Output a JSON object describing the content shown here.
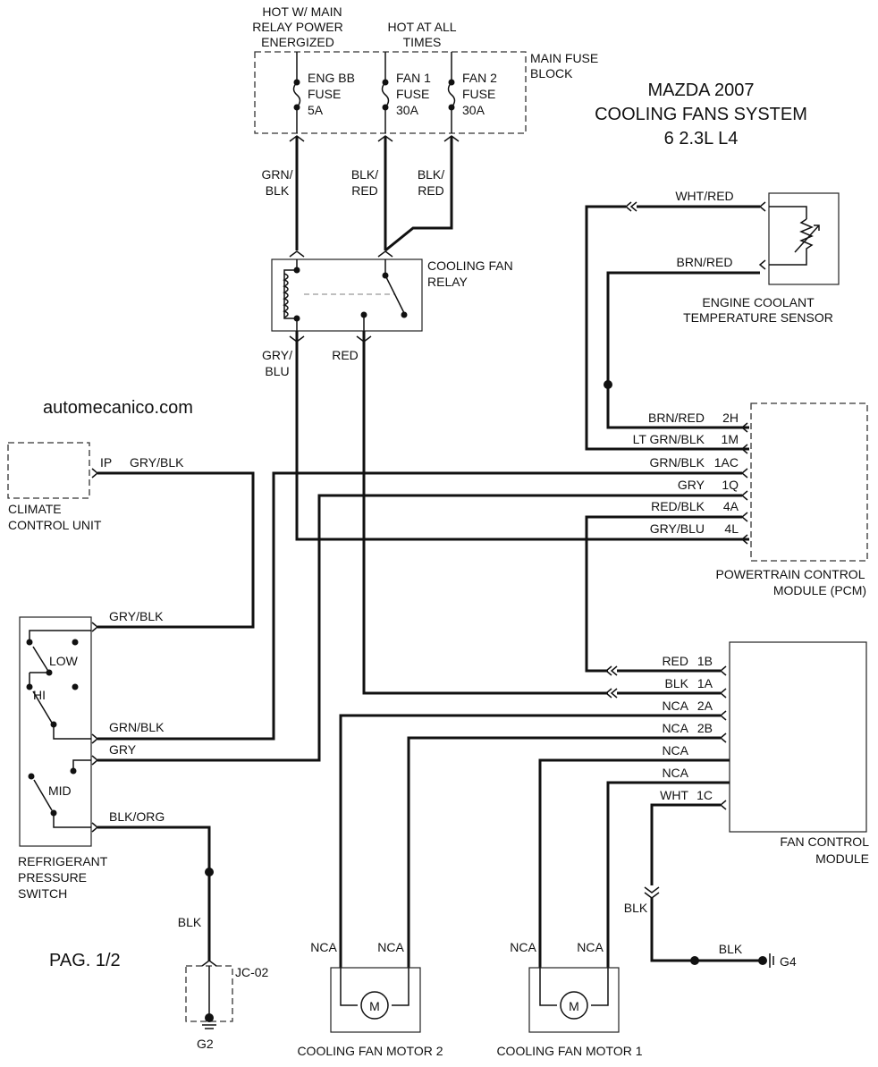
{
  "title": {
    "line1": "MAZDA 2007",
    "line2": "COOLING FANS SYSTEM",
    "line3": "6 2.3L L4"
  },
  "watermark": "automecanico.com",
  "page_label": "PAG. 1/2",
  "power_labels": {
    "hot_relay": [
      "HOT W/ MAIN",
      "RELAY POWER",
      "ENERGIZED"
    ],
    "hot_all": [
      "HOT AT ALL",
      "TIMES"
    ]
  },
  "fuse_block": {
    "label": [
      "MAIN FUSE",
      "BLOCK"
    ],
    "fuses": [
      {
        "name": "ENG BB",
        "type": "FUSE",
        "rating": "5A"
      },
      {
        "name": "FAN 1",
        "type": "FUSE",
        "rating": "30A"
      },
      {
        "name": "FAN 2",
        "type": "FUSE",
        "rating": "30A"
      }
    ]
  },
  "relay": {
    "label": [
      "COOLING FAN",
      "RELAY"
    ]
  },
  "ect_sensor": {
    "label": [
      "ENGINE COOLANT",
      "TEMPERATURE SENSOR"
    ]
  },
  "pcm": {
    "label": [
      "POWERTRAIN CONTROL",
      "MODULE (PCM)"
    ],
    "pins": [
      {
        "wire": "BRN/RED",
        "pin": "2H"
      },
      {
        "wire": "LT GRN/BLK",
        "pin": "1M"
      },
      {
        "wire": "GRN/BLK",
        "pin": "1AC"
      },
      {
        "wire": "GRY",
        "pin": "1Q"
      },
      {
        "wire": "RED/BLK",
        "pin": "4A"
      },
      {
        "wire": "GRY/BLU",
        "pin": "4L"
      }
    ]
  },
  "climate": {
    "label": [
      "CLIMATE",
      "CONTROL UNIT"
    ],
    "pin": "IP"
  },
  "refrig_switch": {
    "label": [
      "REFRIGERANT",
      "PRESSURE",
      "SWITCH"
    ],
    "positions": [
      "LOW",
      "HI",
      "MID"
    ]
  },
  "fcm": {
    "label": [
      "FAN CONTROL",
      "MODULE"
    ],
    "pins": [
      {
        "wire": "RED",
        "pin": "1B"
      },
      {
        "wire": "BLK",
        "pin": "1A"
      },
      {
        "wire": "NCA",
        "pin": "2A"
      },
      {
        "wire": "NCA",
        "pin": "2B"
      },
      {
        "wire": "NCA",
        "pin": ""
      },
      {
        "wire": "NCA",
        "pin": ""
      },
      {
        "wire": "WHT",
        "pin": "1C"
      }
    ]
  },
  "wires": {
    "grn_blk_fuse": [
      "GRN/",
      "BLK"
    ],
    "blk_red_1": [
      "BLK/",
      "RED"
    ],
    "blk_red_2": [
      "BLK/",
      "RED"
    ],
    "gry_blu": [
      "GRY/",
      "BLU"
    ],
    "red": "RED",
    "wht_red": "WHT/RED",
    "brn_red": "BRN/RED",
    "gry_blk_ip": "GRY/BLK",
    "gry_blk_sw": "GRY/BLK",
    "grn_blk_sw": "GRN/BLK",
    "gry_sw": "GRY",
    "blk_org": "BLK/ORG",
    "blk_g2": "BLK",
    "blk_fcm": "BLK",
    "blk_g4": "BLK",
    "nca": "NCA"
  },
  "grounds": {
    "g2": "G2",
    "g4": "G4",
    "jc": "JC-02"
  },
  "motors": [
    {
      "label": "COOLING FAN MOTOR 2",
      "symbol": "M"
    },
    {
      "label": "COOLING FAN MOTOR 1",
      "symbol": "M"
    }
  ]
}
